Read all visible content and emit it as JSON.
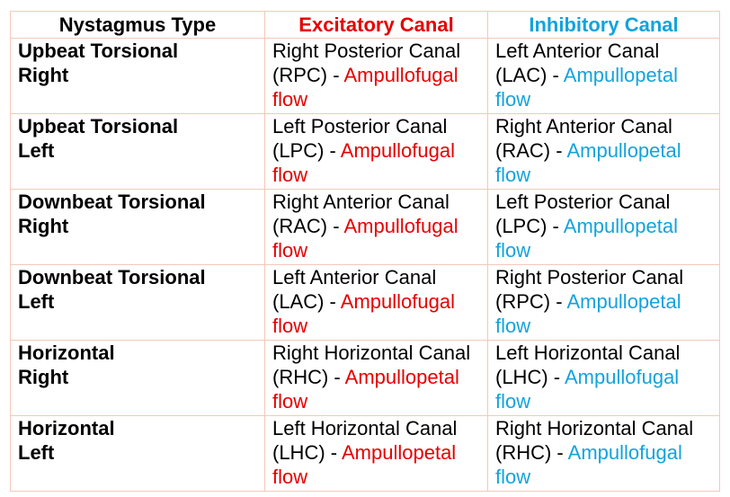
{
  "table": {
    "headers": {
      "type": "Nystagmus Type",
      "excitatory": "Excitatory Canal",
      "inhibitory": "Inhibitory Canal"
    },
    "rows": [
      {
        "type_line1": "Upbeat Torsional",
        "type_line2": "Right",
        "exc_canal": "Right Posterior Canal (RPC) - ",
        "exc_flow": "Ampullofugal flow",
        "inh_canal": "Left Anterior Canal (LAC) - ",
        "inh_flow": "Ampullopetal flow"
      },
      {
        "type_line1": "Upbeat Torsional",
        "type_line2": "Left",
        "exc_canal": "Left Posterior Canal (LPC) - ",
        "exc_flow": "Ampullofugal flow",
        "inh_canal": "Right Anterior Canal (RAC) - ",
        "inh_flow": "Ampullopetal flow"
      },
      {
        "type_line1": "Downbeat Torsional",
        "type_line2": "Right",
        "exc_canal": "Right Anterior Canal (RAC) - ",
        "exc_flow": "Ampullofugal flow",
        "inh_canal": "Left Posterior Canal (LPC) - ",
        "inh_flow": "Ampullopetal flow"
      },
      {
        "type_line1": "Downbeat Torsional",
        "type_line2": "Left",
        "exc_canal": "Left Anterior Canal (LAC) - ",
        "exc_flow": "Ampullofugal flow",
        "inh_canal": "Right Posterior Canal (RPC) - ",
        "inh_flow": "Ampullopetal flow"
      },
      {
        "type_line1": "Horizontal",
        "type_line2": "Right",
        "exc_canal": "Right Horizontal Canal (RHC) - ",
        "exc_flow": "Ampullopetal flow",
        "inh_canal": "Left Horizontal Canal (LHC) - ",
        "inh_flow": "Ampullofugal flow"
      },
      {
        "type_line1": "Horizontal",
        "type_line2": "Left",
        "exc_canal": "Left Horizontal Canal (LHC) - ",
        "exc_flow": "Ampullopetal flow",
        "inh_canal": "Right Horizontal Canal (RHC) - ",
        "inh_flow": "Ampullofugal flow"
      }
    ]
  },
  "colors": {
    "excitatory": "#e60000",
    "inhibitory": "#13a3dc",
    "border": "#f4c9b8"
  }
}
